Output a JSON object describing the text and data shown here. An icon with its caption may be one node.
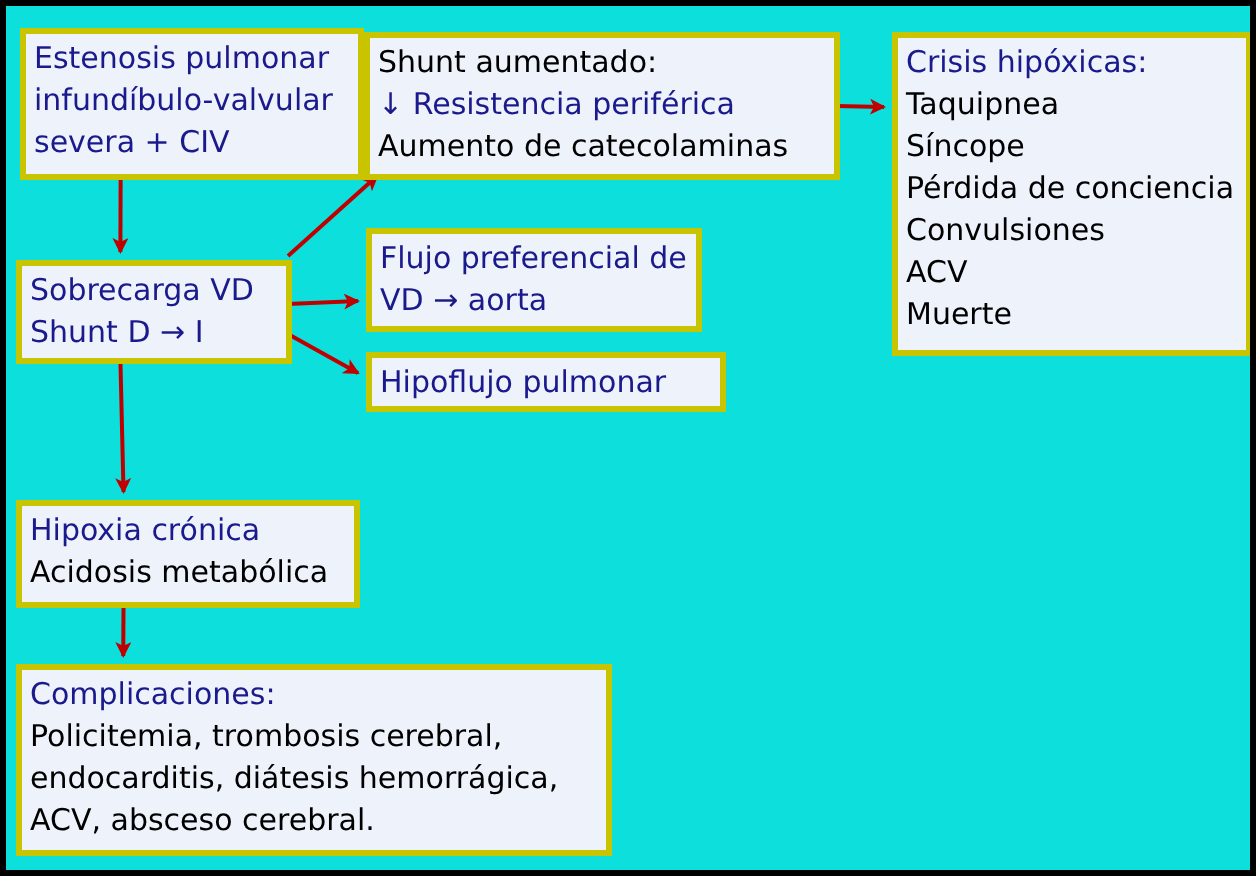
{
  "diagram": {
    "nodes": [
      {
        "text": [
          "Estenosis pulmonar infundíbulo-valvular severa + CIV"
        ]
      },
      {
        "text": [
          "Sobrecarga VD",
          "Shunt D → I"
        ]
      },
      {
        "text": [
          "Shunt aumentado:",
          "↓ Resistencia periférica",
          "Aumento de catecolaminas"
        ]
      },
      {
        "text": [
          "Flujo preferencial de VD → aorta"
        ]
      },
      {
        "text": [
          "Hipoflujo pulmonar"
        ]
      },
      {
        "text": [
          "Crisis hipóxicas:",
          "Taquipnea",
          "Síncope",
          "Pérdida de conciencia",
          "Convulsiones",
          "ACV",
          "Muerte"
        ]
      },
      {
        "text": [
          "Hipoxia crónica",
          "Acidosis metabólica"
        ]
      },
      {
        "text": [
          "Complicaciones:",
          "Policitemia, trombosis cerebral, endocarditis, diátesis hemorrágica, ACV, absceso cerebral."
        ]
      }
    ],
    "edges": [
      {
        "from": 0,
        "to": 1,
        "arrow": "to"
      },
      {
        "from": 1,
        "to": 2,
        "arrow": "to"
      },
      {
        "from": 1,
        "to": 3,
        "arrow": "to"
      },
      {
        "from": 1,
        "to": 4,
        "arrow": "to"
      },
      {
        "from": 2,
        "to": 5,
        "arrow": "to"
      },
      {
        "from": 1,
        "to": 6,
        "arrow": "to"
      },
      {
        "from": 6,
        "to": 7,
        "arrow": "to"
      }
    ]
  }
}
